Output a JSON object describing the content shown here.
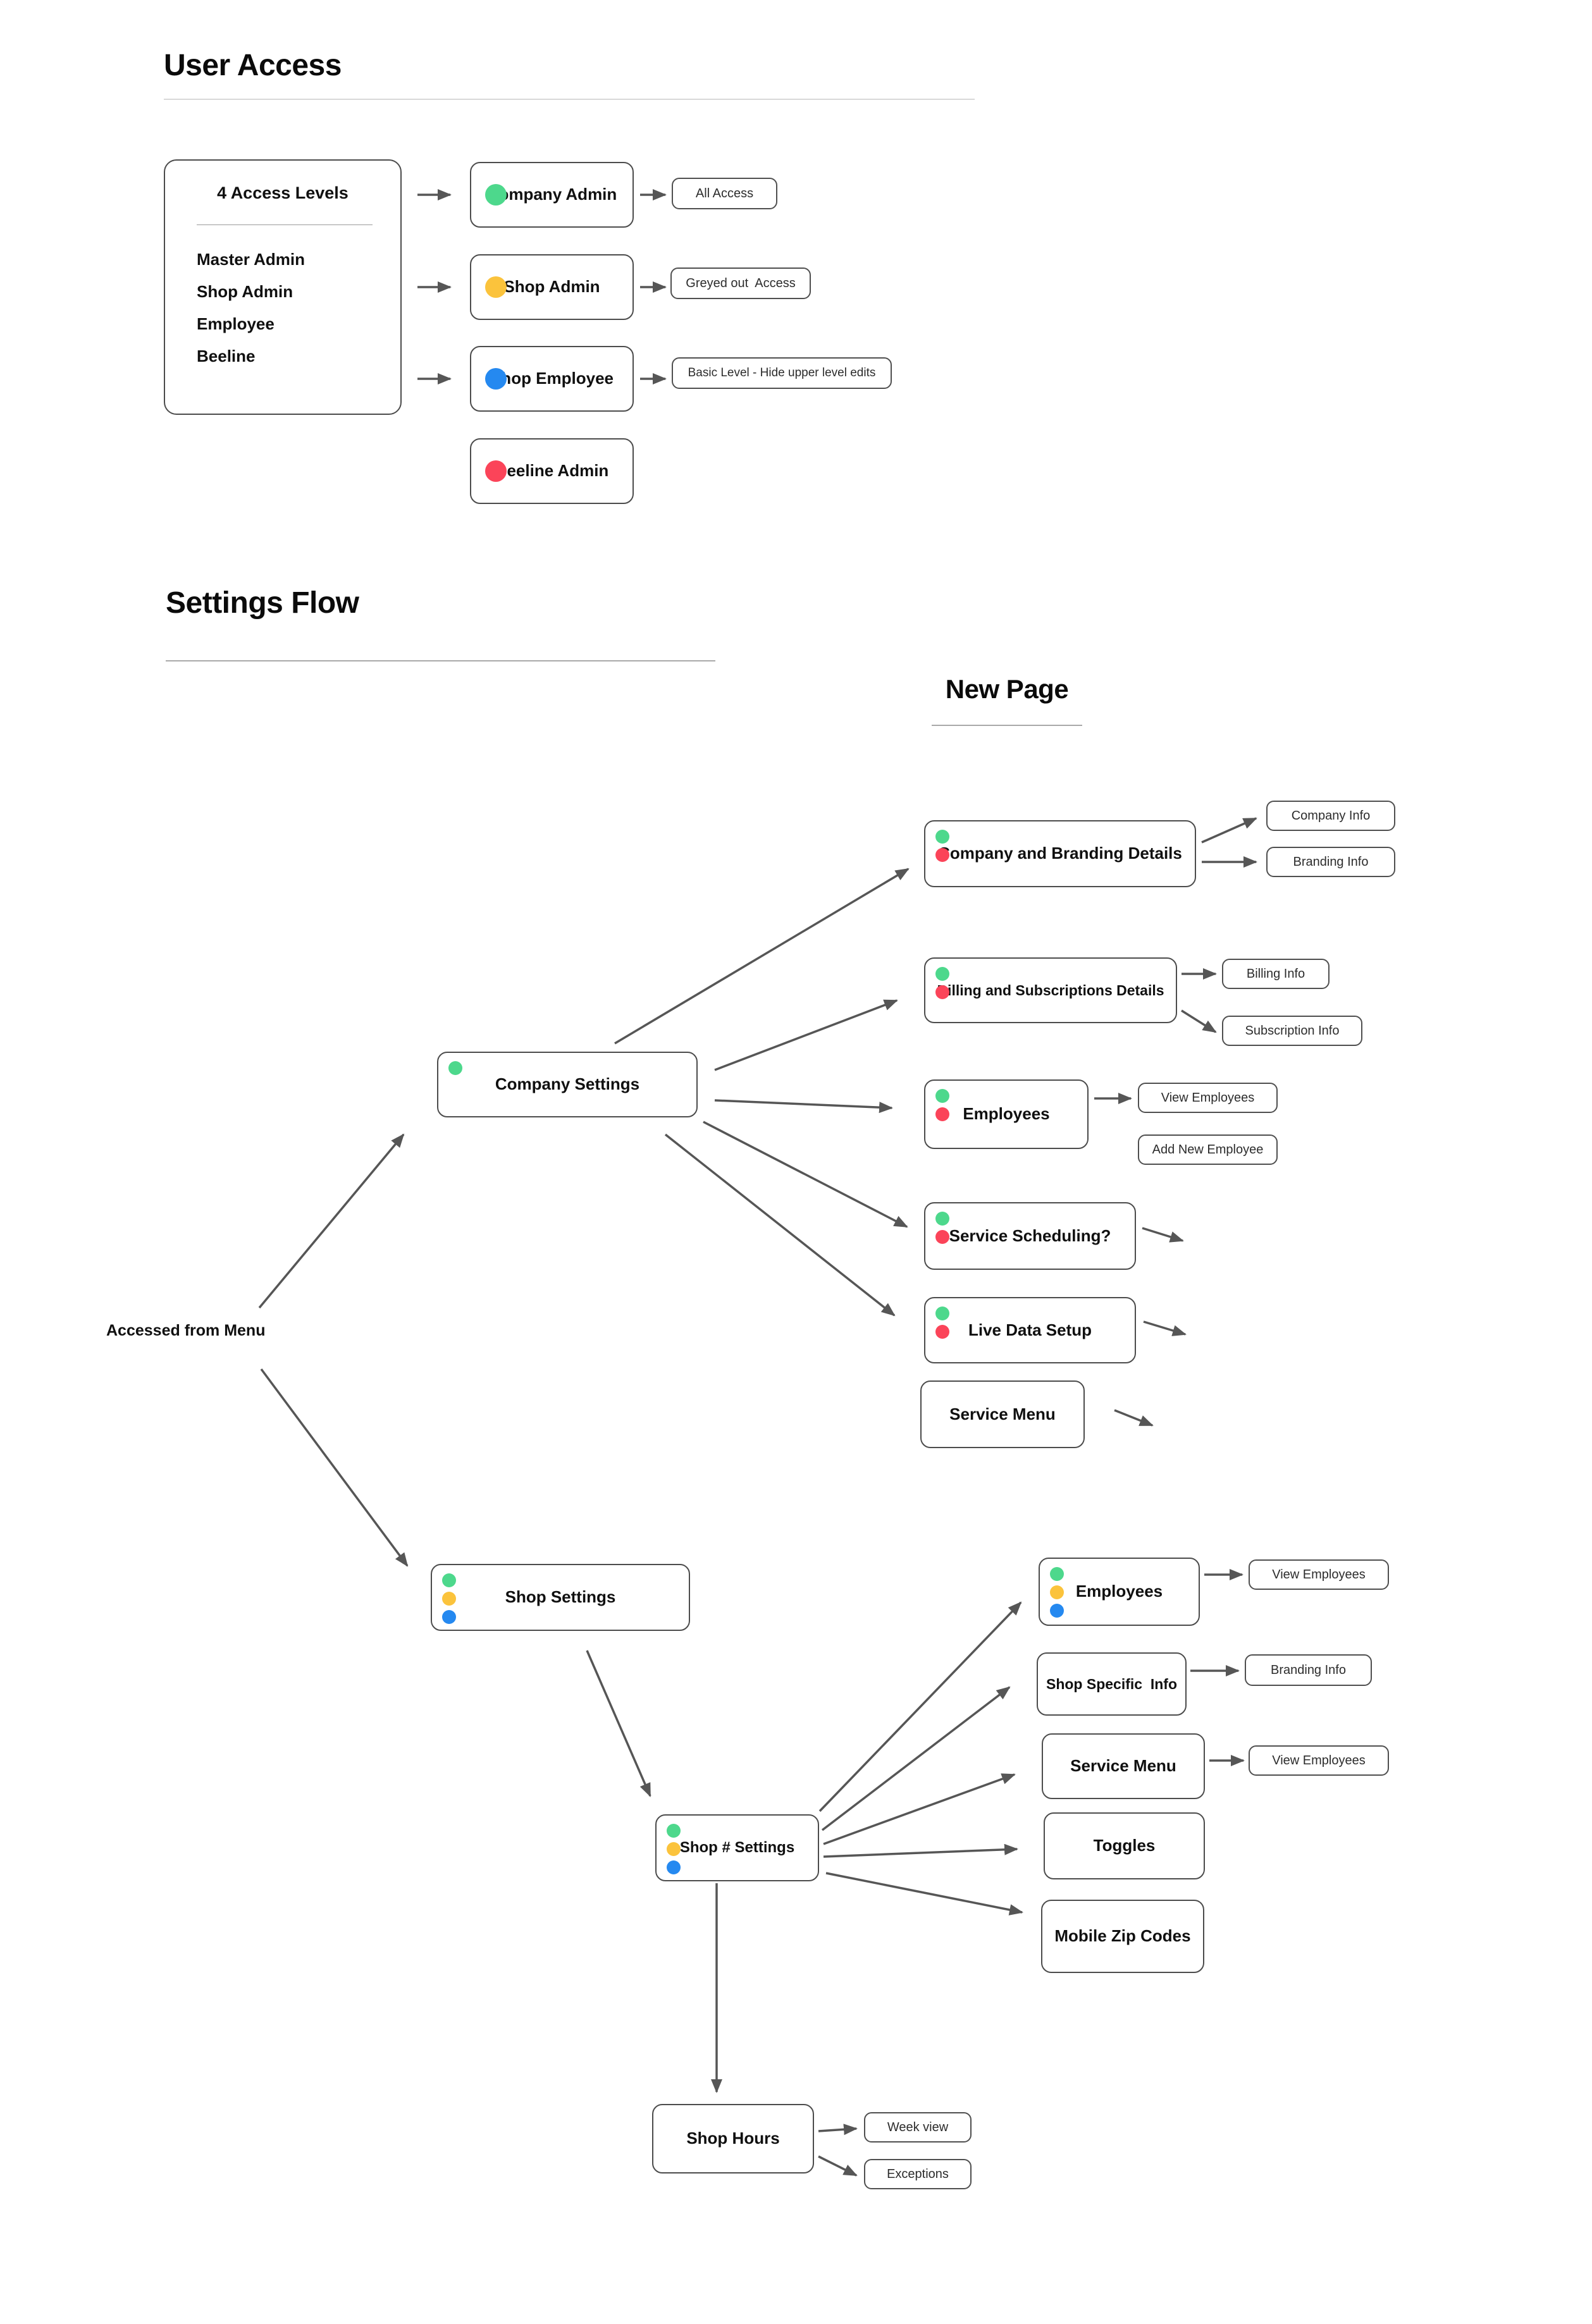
{
  "colors": {
    "green_dot": "#4dd88c",
    "yellow_dot": "#fbc33c",
    "blue_dot": "#2589f0",
    "red_dot": "#fb4459",
    "box_border": "#4c4c4c",
    "arrow": "#565656",
    "rule_light": "#d9d9d9",
    "rule_mid": "#a9a9a9"
  },
  "user_access": {
    "title": "User Access",
    "levels_box": {
      "heading": "4 Access Levels",
      "items": [
        "Master Admin",
        "Shop Admin",
        "Employee",
        "Beeline"
      ]
    },
    "roles": {
      "company_admin": "Company Admin",
      "shop_admin": "Shop Admin",
      "shop_employee": "Shop Employee",
      "beeline_admin": "Beeline Admin"
    },
    "results": {
      "all_access": "All Access",
      "greyed_out": "Greyed out  Access",
      "basic_level": "Basic Level - Hide upper level edits"
    }
  },
  "settings_flow": {
    "title": "Settings Flow",
    "new_page": "New Page",
    "accessed_from_menu": "Accessed from Menu",
    "company_settings": "Company Settings",
    "company_branding_details": "Company and Branding Details",
    "company_info": "Company Info",
    "branding_info": "Branding Info",
    "billing_subscriptions_details": "Billing and Subscriptions Details",
    "billing_info": "Billing Info",
    "subscription_info": "Subscription Info",
    "employees": "Employees",
    "view_employees": "View Employees",
    "add_new_employee": "Add New Employee",
    "service_scheduling": "Service Scheduling?",
    "live_data_setup": "Live Data Setup",
    "service_menu": "Service Menu",
    "shop_settings": "Shop Settings",
    "shop_num_settings": "Shop # Settings",
    "shop_specific_info": "Shop Specific  Info",
    "toggles": "Toggles",
    "mobile_zip_codes": "Mobile Zip Codes",
    "shop_hours": "Shop Hours",
    "week_view": "Week view",
    "exceptions": "Exceptions"
  }
}
